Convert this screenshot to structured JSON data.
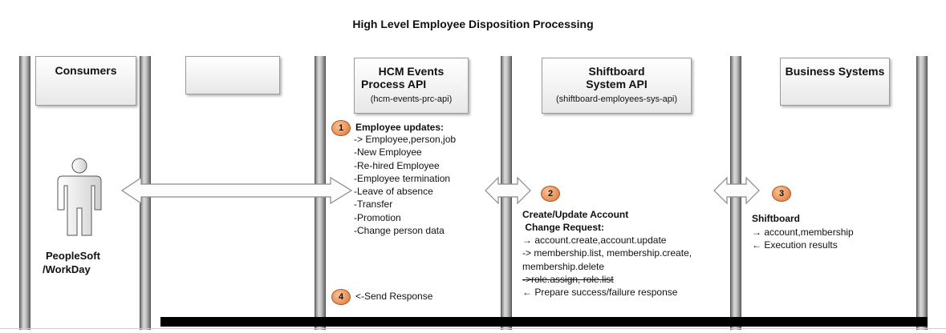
{
  "title": "High Level Employee Disposition Processing",
  "headers": {
    "consumers": "Consumers",
    "blank": "",
    "hcm": {
      "line1": "HCM Events",
      "line2": "Process API",
      "sub": "(hcm-events-prc-api)"
    },
    "shiftboard": {
      "line1": "Shiftboard",
      "line2": "System API",
      "sub": "(shiftboard-employees-sys-api)"
    },
    "business": "Business Systems"
  },
  "consumer_label": {
    "line1": "PeopleSoft",
    "line2": "/WorkDay"
  },
  "step1": {
    "number": "1",
    "heading": "Employee updates:",
    "items": [
      "-> Employee,person,job",
      "-New Employee",
      "-Re-hired Employee",
      "-Employee termination",
      "-Leave of absence",
      "-Transfer",
      "-Promotion",
      "-Change person data"
    ]
  },
  "step2": {
    "number": "2",
    "heading1": "Create/Update Account",
    "heading2": " Change Request:",
    "items": [
      "→ account.create,account.update",
      "-> membership.list, membership.create,",
      "membership.delete"
    ],
    "struck": "->role.assign, role.list",
    "last": "← Prepare success/failure response"
  },
  "step3": {
    "number": "3",
    "heading": "Shiftboard",
    "items": [
      "→ account,membership",
      "← Execution results"
    ]
  },
  "step4": {
    "number": "4",
    "text": "<-Send Response"
  }
}
